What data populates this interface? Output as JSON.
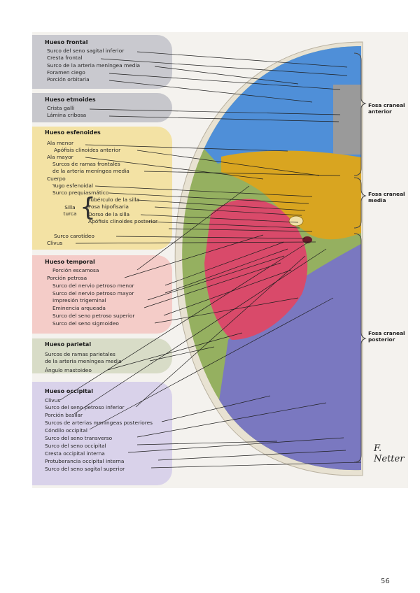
{
  "groups": {
    "frontal": {
      "title": "Hueso frontal",
      "items": [
        "Surco del seno sagital inferior",
        "Cresta frontal",
        "Surco de la arteria meníngea media",
        "Foramen ciego",
        "Porción orbitaria"
      ]
    },
    "etmoides": {
      "title": "Hueso etmoides",
      "items": [
        "Crista galli",
        "Lámina cribosa"
      ]
    },
    "esfenoides": {
      "title": "Hueso esfenoides",
      "items": [
        "Ala menor",
        "Apófisis clinoides anterior",
        "Ala mayor",
        "Surcos de ramas frontales",
        "de la arteria meníngea media",
        "Cuerpo",
        "Yugo esfenoidal",
        "Surco prequiasmático",
        "Tubérculo de la silla",
        "Fosa hipofisaria",
        "Dorso de la silla",
        "Apófisis clinoides posterior",
        "Surco carotídeo",
        "Clivus"
      ],
      "silla_label": "Silla turca"
    },
    "temporal": {
      "title": "Hueso temporal",
      "items": [
        "Porción escamosa",
        "Porción petrosa",
        "Surco del nervio petroso menor",
        "Surco del nervio petroso mayor",
        "Impresión trigeminal",
        "Eminencia arqueada",
        "Surco del seno petroso superior",
        "Surco del seno sigmoideo"
      ]
    },
    "parietal": {
      "title": "Hueso parietal",
      "items": [
        "Surcos de ramas parietales",
        "de la arteria meníngea media",
        "Ángulo mastoideo"
      ]
    },
    "occipital": {
      "title": "Hueso occipital",
      "items": [
        "Clivus",
        "Surco del seno petroso inferior",
        "Porción basilar",
        "Surcos de arterias meníngeas posteriores",
        "Cóndilo occipital",
        "Surco del seno transverso",
        "Surco del seno occipital",
        "Cresta occipital interna",
        "Protuberancia occipital interna",
        "Surco del seno sagital superior"
      ]
    }
  },
  "fossae": {
    "anterior": "Fosa craneal anterior",
    "media": "Fosa craneal media",
    "posterior": "Fosa craneal posterior"
  },
  "colors": {
    "frontal": "#4f8fd8",
    "etmoides": "#9a9a9a",
    "esfenoides": "#d9a520",
    "temporal": "#d94a6a",
    "parietal": "#95b060",
    "occipital": "#7a78c0"
  },
  "signature": "F. Netter",
  "page_number": "56"
}
